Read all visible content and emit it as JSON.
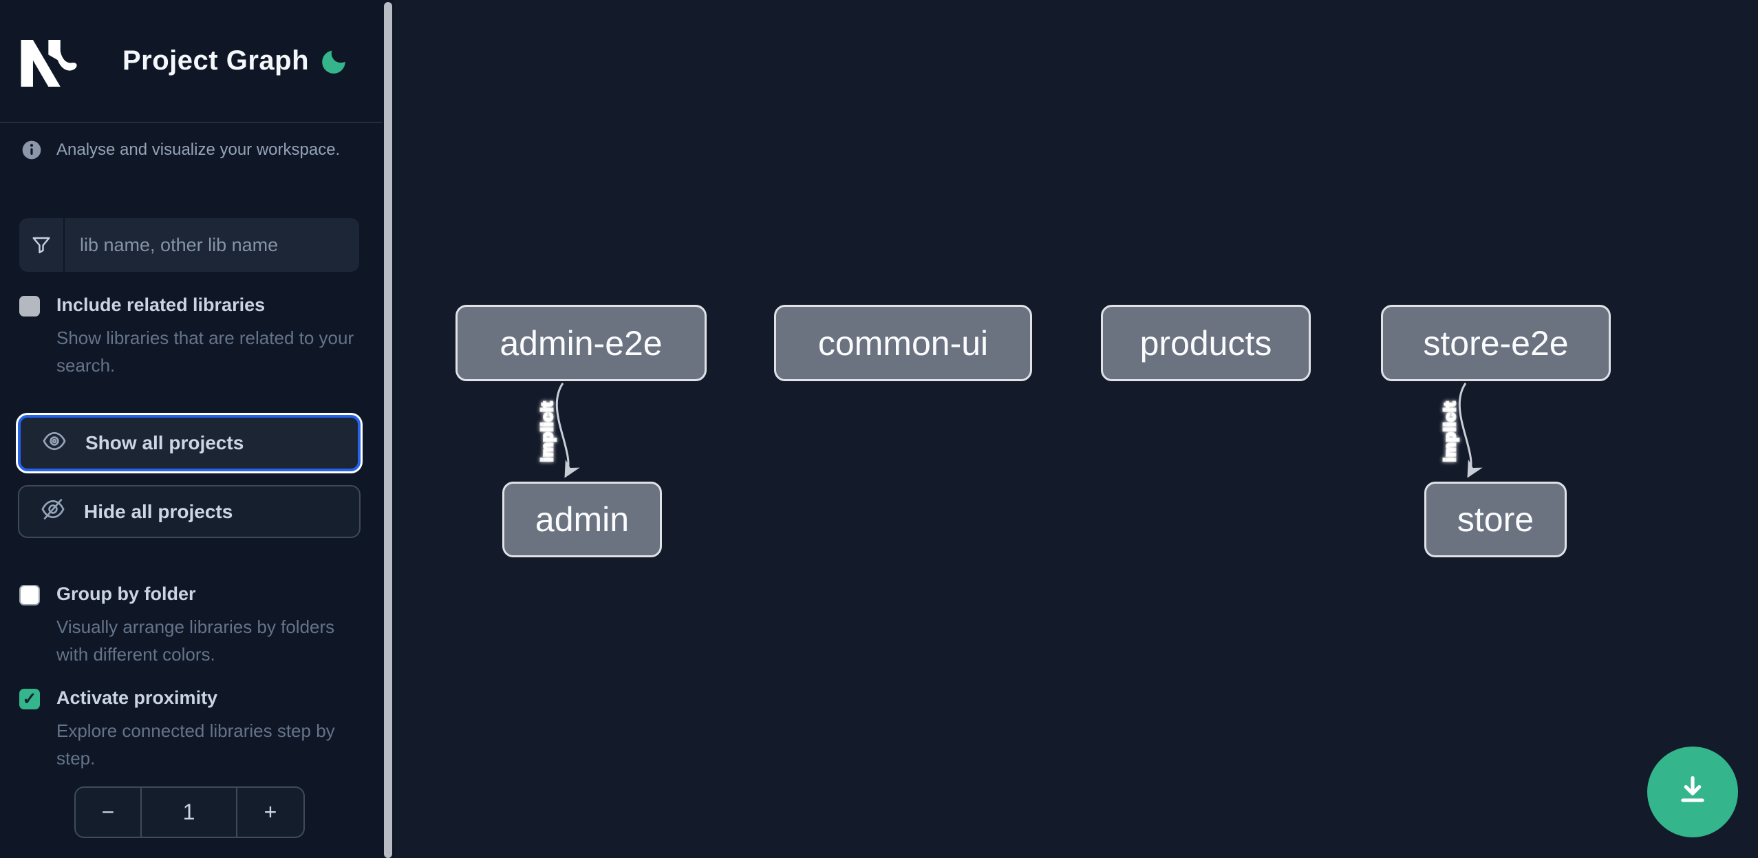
{
  "app": {
    "title": "Project Graph",
    "tagline": "Analyse and visualize your workspace."
  },
  "search": {
    "placeholder": "lib name, other lib name",
    "value": ""
  },
  "options": {
    "include_related": {
      "label": "Include related libraries",
      "description": "Show libraries that are related to your search.",
      "checked": false
    },
    "group_by_folder": {
      "label": "Group by folder",
      "description": "Visually arrange libraries by folders with different colors.",
      "checked": false
    },
    "activate_proximity": {
      "label": "Activate proximity",
      "description": "Explore connected libraries step by step.",
      "checked": true,
      "check_glyph": "✓"
    }
  },
  "actions": {
    "show_all": "Show all projects",
    "hide_all": "Hide all projects"
  },
  "stepper": {
    "decrement": "−",
    "value": "1",
    "increment": "+"
  },
  "graph": {
    "nodes": [
      {
        "id": "admin-e2e",
        "label": "admin-e2e"
      },
      {
        "id": "common-ui",
        "label": "common-ui"
      },
      {
        "id": "products",
        "label": "products"
      },
      {
        "id": "store-e2e",
        "label": "store-e2e"
      },
      {
        "id": "admin",
        "label": "admin"
      },
      {
        "id": "store",
        "label": "store"
      }
    ],
    "edges": [
      {
        "from": "admin-e2e",
        "to": "admin",
        "label": "implicit"
      },
      {
        "from": "store-e2e",
        "to": "store",
        "label": "implicit"
      }
    ]
  },
  "icons": {
    "theme_toggle": "moon",
    "search": "funnel-filter",
    "show": "eye",
    "hide": "eye-slash",
    "fab": "download-tray",
    "info": "info-circle"
  },
  "colors": {
    "sidebar_bg": "#0f1625",
    "canvas_bg": "#131a29",
    "accent_blue": "#2563eb",
    "brand_green": "#34b58c",
    "node_fill": "#6b7280",
    "node_border": "#dfe2e7",
    "edge": "#c9ced6"
  }
}
